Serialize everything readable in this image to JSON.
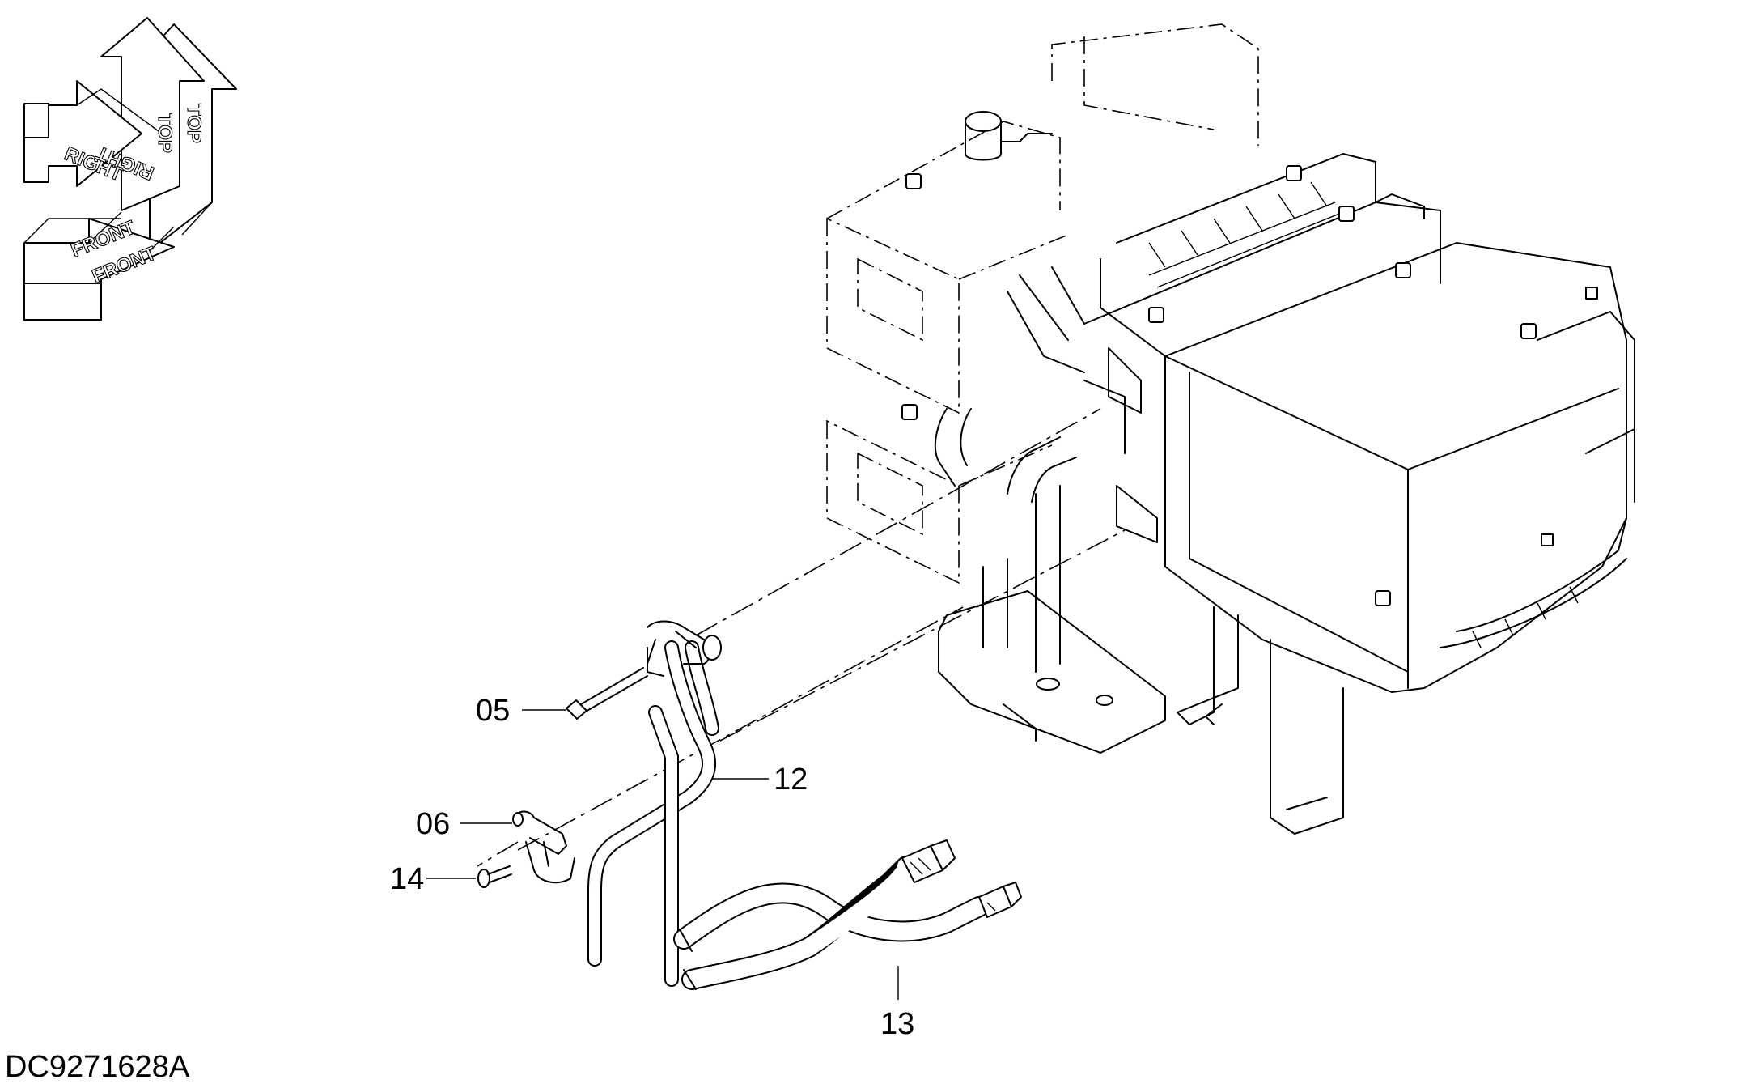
{
  "drawing_id": "DC9271628A",
  "orientation_indicator": {
    "labels": {
      "top_1": "TOP",
      "top_2": "TOP",
      "right_1": "RIGHT",
      "right_2": "RIGHT",
      "front_1": "FRONT",
      "front_2": "FRONT"
    }
  },
  "callouts": [
    {
      "id": "05",
      "label": "05",
      "part": "bolt"
    },
    {
      "id": "06",
      "label": "06",
      "part": "clamp"
    },
    {
      "id": "12",
      "label": "12",
      "part": "heater-pipe"
    },
    {
      "id": "13",
      "label": "13",
      "part": "hose-assembly"
    },
    {
      "id": "14",
      "label": "14",
      "part": "rivet"
    }
  ]
}
